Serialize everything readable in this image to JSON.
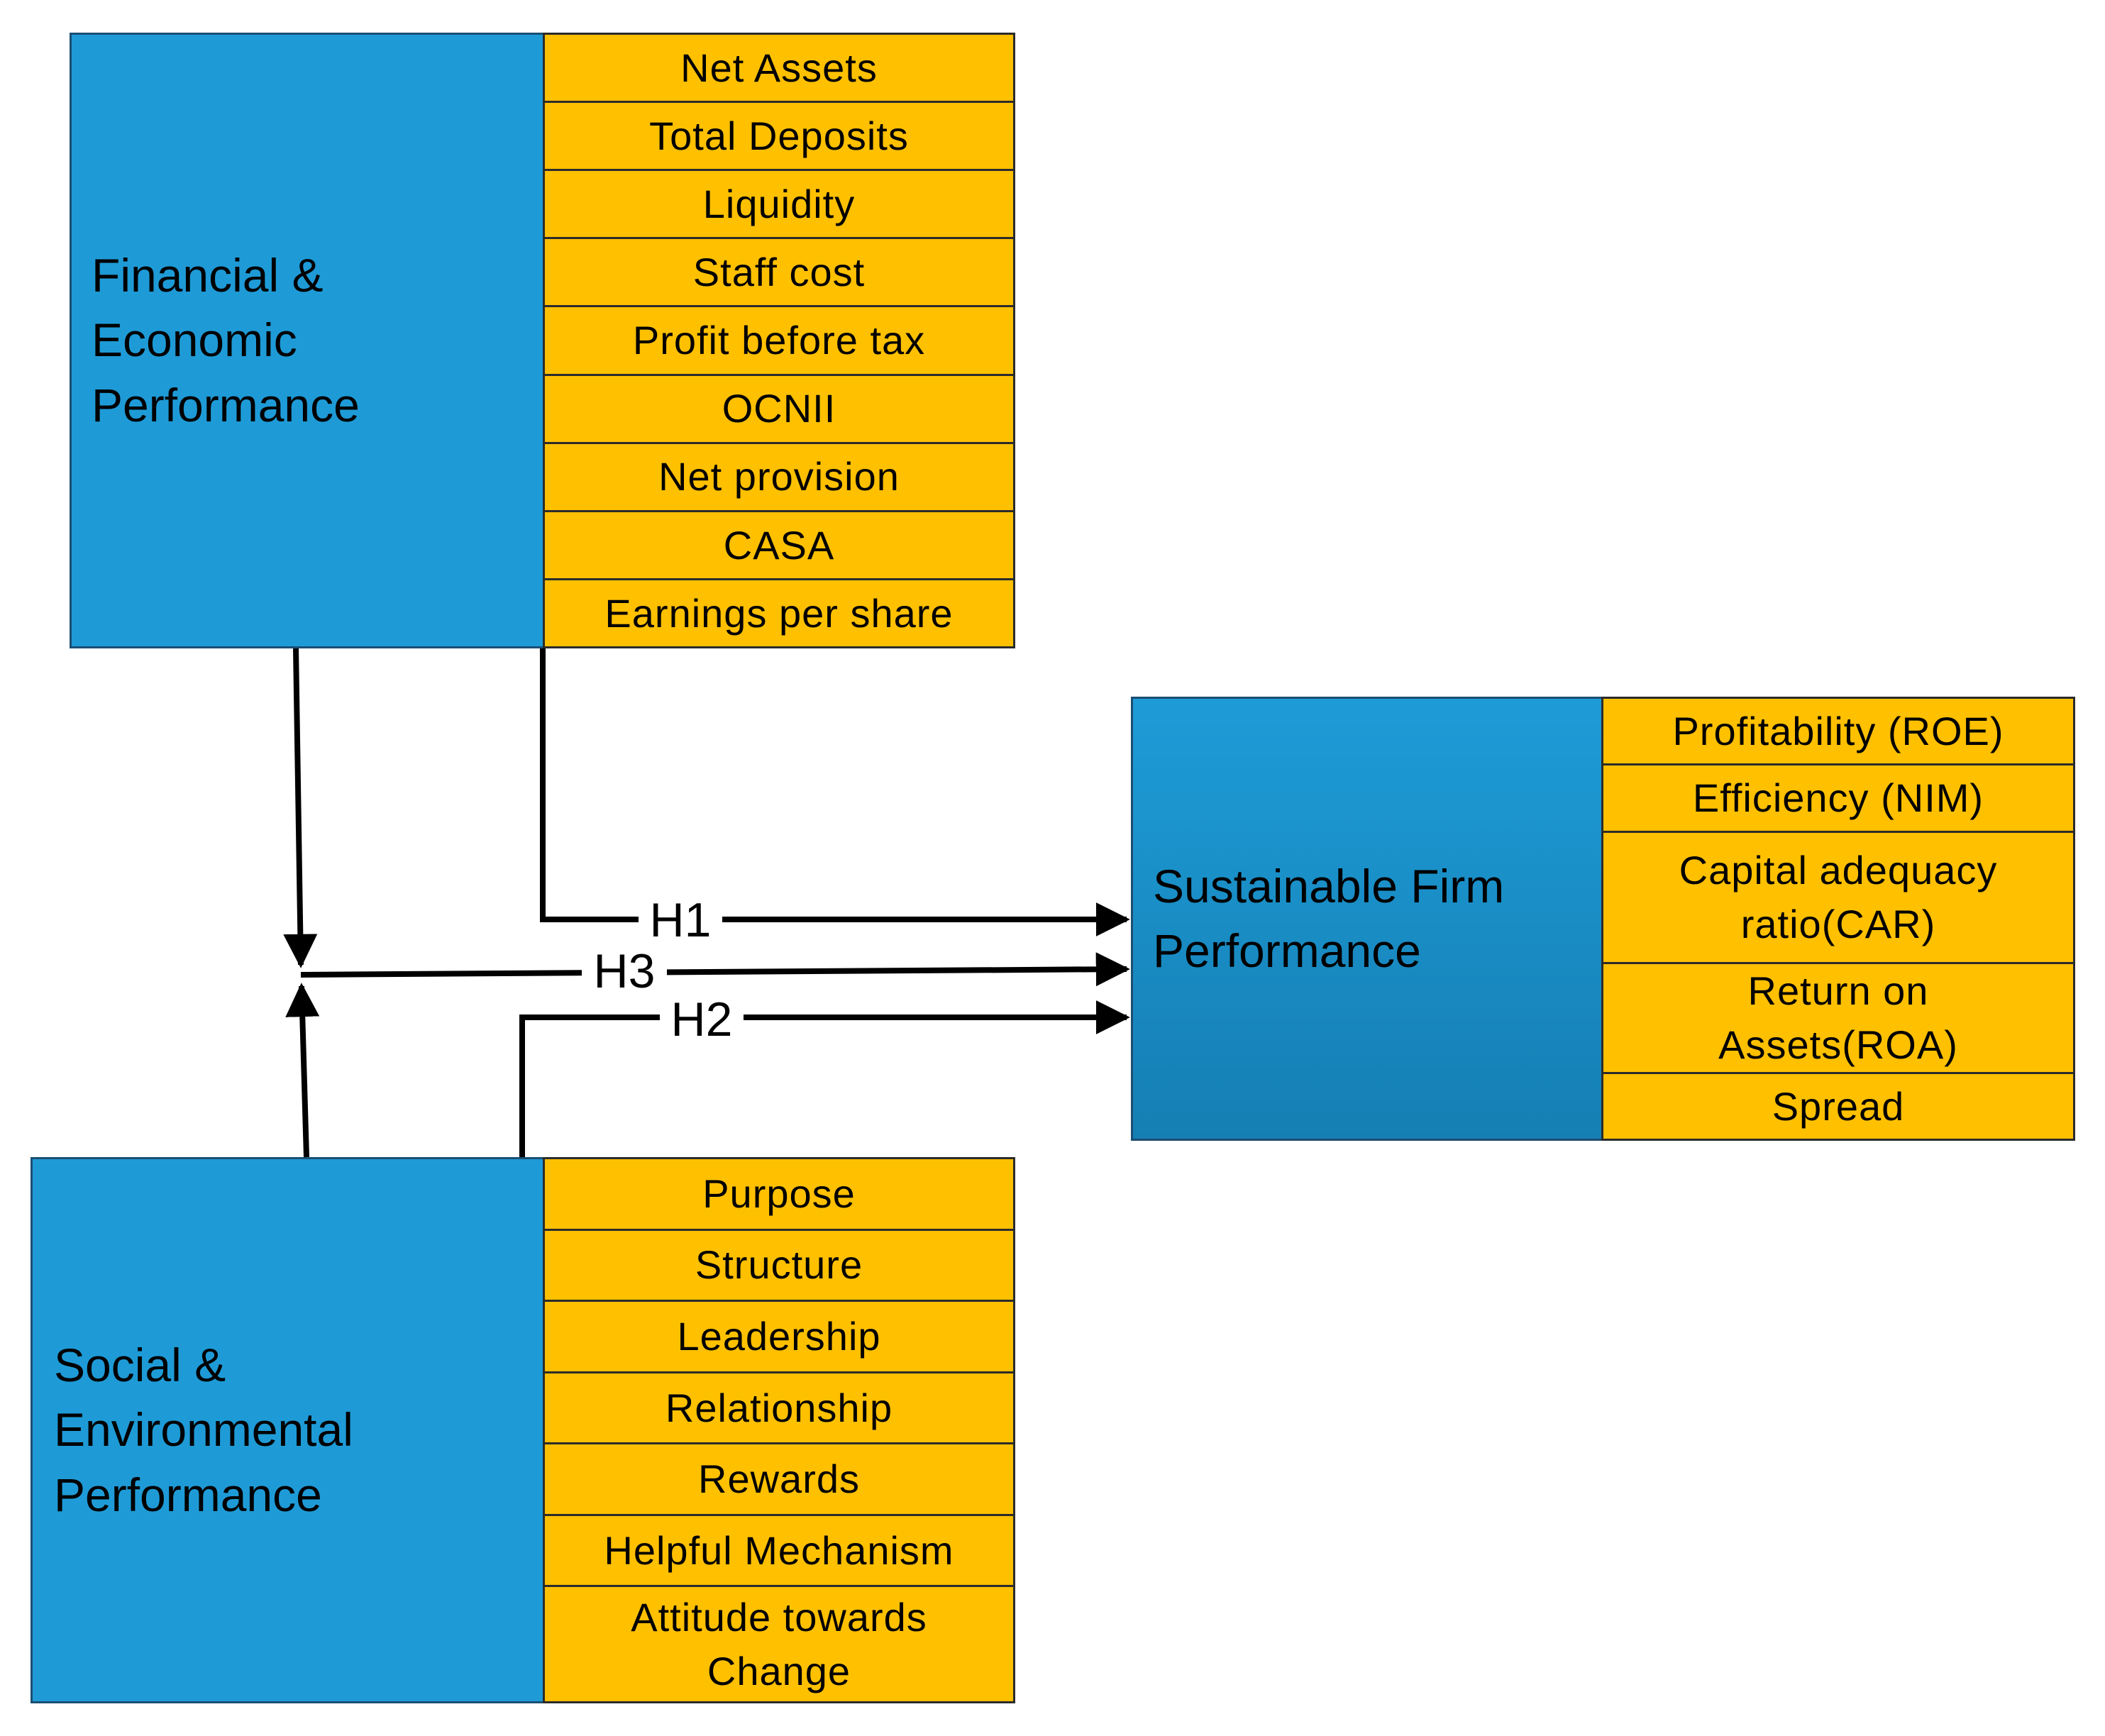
{
  "financial": {
    "title_lines": [
      "Financial &",
      "Economic",
      "Performance"
    ],
    "indicators": [
      "Net Assets",
      "Total Deposits",
      "Liquidity",
      "Staff cost",
      "Profit before tax",
      "OCNII",
      "Net provision",
      "CASA",
      "Earnings per share"
    ]
  },
  "social": {
    "title_lines": [
      "Social &",
      "Environmental",
      "Performance"
    ],
    "indicators": [
      "Purpose",
      "Structure",
      "Leadership",
      "Relationship",
      "Rewards",
      "Helpful Mechanism"
    ],
    "last_indicator_lines": [
      "Attitude towards",
      "Change"
    ]
  },
  "sustainable": {
    "title_lines": [
      "Sustainable Firm",
      "Performance"
    ],
    "indicators": [
      "Profitability (ROE)",
      "Efficiency (NIM)"
    ],
    "capital_lines": [
      "Capital adequacy",
      "ratio(CAR)"
    ],
    "return_lines": [
      "Return on",
      "Assets(ROA)"
    ],
    "last_indicator": "Spread"
  },
  "hypotheses": {
    "h1": "H1",
    "h2": "H2",
    "h3": "H3"
  },
  "colors": {
    "construct_blue": "#1e9bd7",
    "indicator_yellow": "#ffc000",
    "line": "#000000"
  }
}
